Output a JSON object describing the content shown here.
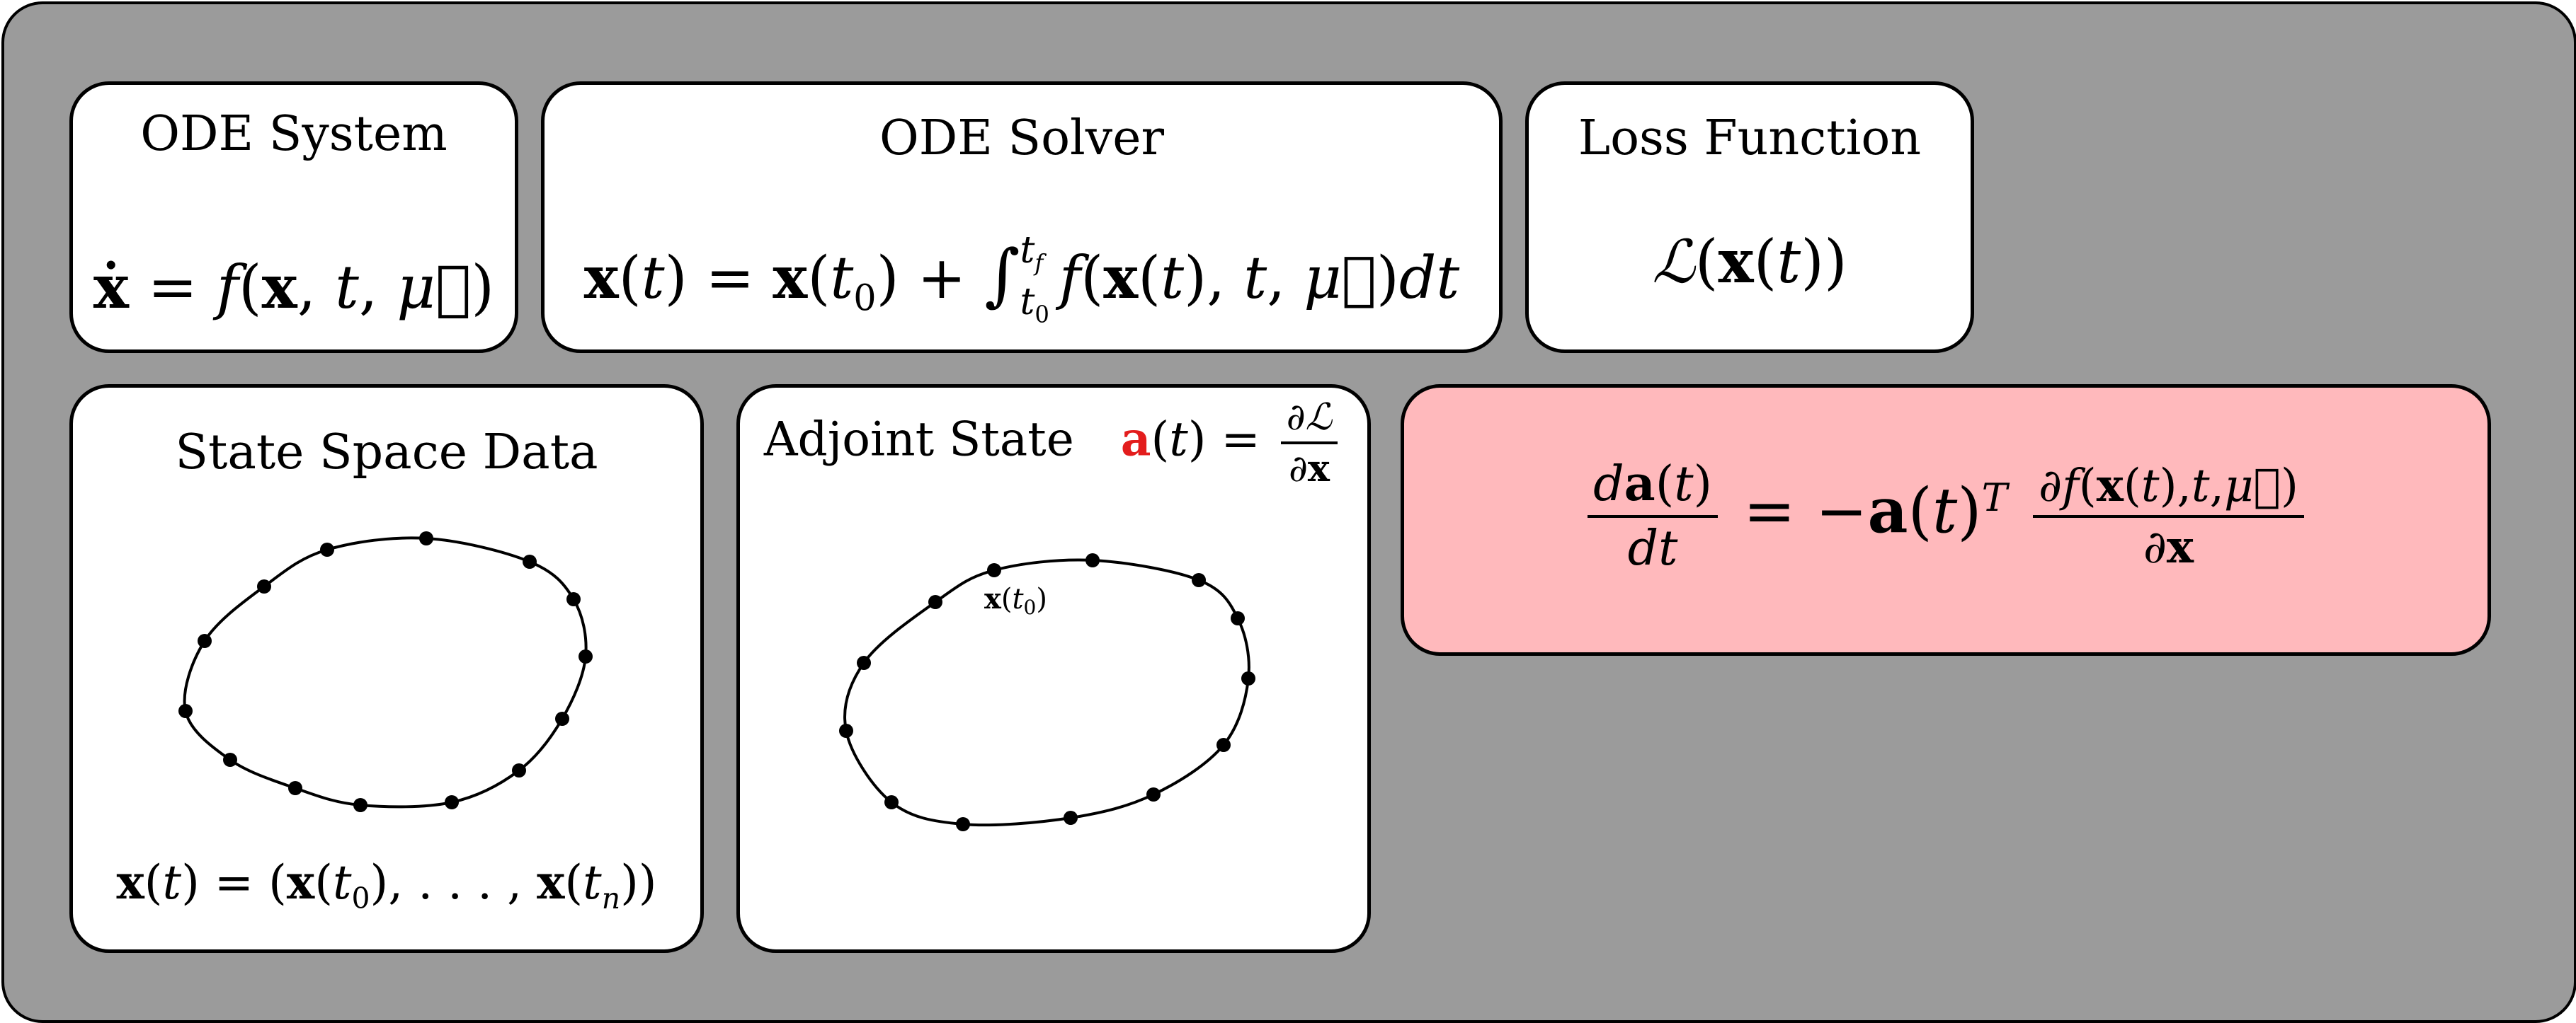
{
  "panels": {
    "ode_system": {
      "title": "ODE System",
      "equation": "ẋ = f(x, t, μ⃗)"
    },
    "ode_solver": {
      "title": "ODE Solver",
      "equation": "x(t) = x(t0) + ∫ f(x(t), t, μ⃗)dt"
    },
    "loss_function": {
      "title": "Loss Function",
      "equation": "ℒ(x(t))"
    },
    "state_space": {
      "title": "State Space Data",
      "equation": "x(t) = (x(t0), . . . , x(tn))"
    },
    "adjoint_state": {
      "title": "Adjoint State",
      "equation": "a(t) = ∂ℒ/∂x",
      "point_label": "x(t0)"
    },
    "adjoint_equation": {
      "equation": "da(t)/dt = −a(t)^T ∂f(x(t),t,μ⃗)/∂x"
    }
  },
  "colors": {
    "frame": "#9b9b9b",
    "panel": "#ffffff",
    "highlight_panel": "#ffb9bc",
    "adjoint_symbol": "#e31d1d"
  }
}
